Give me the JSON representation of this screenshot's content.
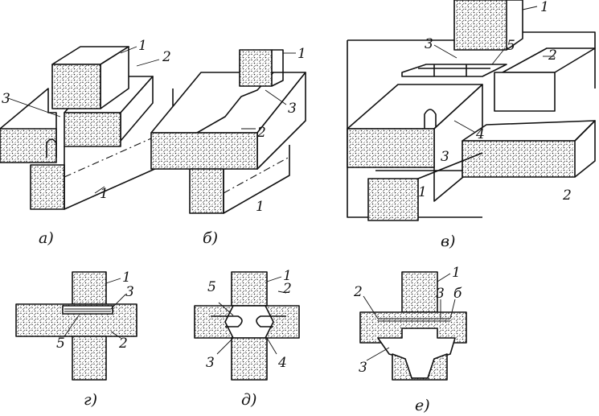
{
  "panels": {
    "a": {
      "caption": "а)",
      "labels": [
        "1",
        "2",
        "3",
        "1"
      ]
    },
    "b": {
      "caption": "б)",
      "labels": [
        "1",
        "3",
        "2",
        "1"
      ]
    },
    "v": {
      "caption": "в)",
      "labels": [
        "1",
        "3",
        "5",
        "2",
        "4",
        "3",
        "1",
        "2"
      ]
    },
    "g": {
      "caption": "г)",
      "labels": [
        "1",
        "3",
        "5",
        "2"
      ]
    },
    "d": {
      "caption": "д)",
      "labels": [
        "1",
        "2",
        "5",
        "3",
        "4"
      ]
    },
    "e": {
      "caption": "е)",
      "labels": [
        "1",
        "2",
        "3",
        "б",
        "3"
      ]
    }
  }
}
